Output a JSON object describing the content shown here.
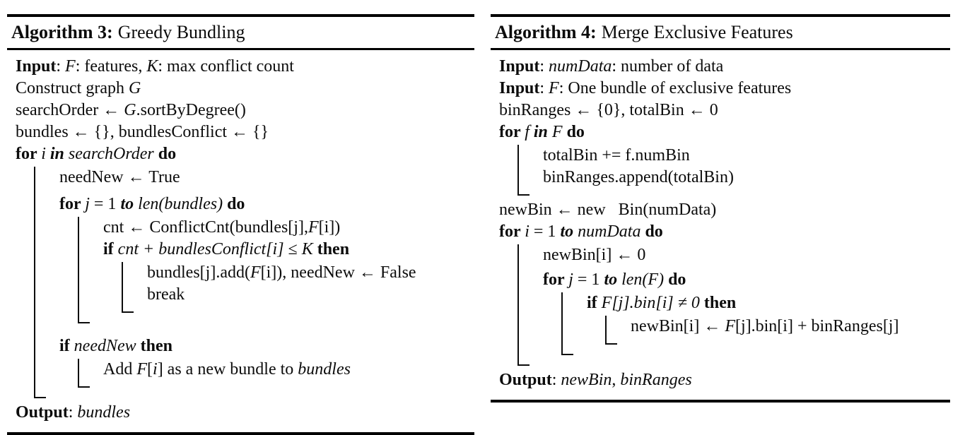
{
  "theme": {
    "ink_color": "#0c0c0c",
    "rule_color": "#000000",
    "background_color": "#ffffff"
  },
  "algorithms": [
    {
      "caption": {
        "label": "Algorithm 3:",
        "title": "Greedy Bundling"
      },
      "body": [
        {
          "kind": "line",
          "segments": [
            [
              "b",
              "Input"
            ],
            [
              "r",
              ": "
            ],
            [
              "m",
              "F"
            ],
            [
              "r",
              ": features, "
            ],
            [
              "m",
              "K"
            ],
            [
              "r",
              ": max conflict count"
            ]
          ]
        },
        {
          "kind": "line",
          "segments": [
            [
              "r",
              "Construct graph "
            ],
            [
              "m",
              "G"
            ]
          ]
        },
        {
          "kind": "line",
          "segments": [
            [
              "r",
              "searchOrder ← "
            ],
            [
              "m",
              "G"
            ],
            [
              "r",
              ".sortByDegree()"
            ]
          ]
        },
        {
          "kind": "line",
          "segments": [
            [
              "r",
              "bundles ← {}, bundlesConflict ← {}"
            ]
          ]
        },
        {
          "kind": "line",
          "segments": [
            [
              "b",
              "for "
            ],
            [
              "m",
              "i "
            ],
            [
              "bi",
              "in "
            ],
            [
              "m",
              "searchOrder "
            ],
            [
              "b",
              "do"
            ]
          ]
        },
        {
          "kind": "block",
          "children": [
            {
              "kind": "line",
              "segments": [
                [
                  "r",
                  "needNew ← True"
                ]
              ]
            },
            {
              "kind": "gap",
              "h": 7
            },
            {
              "kind": "line",
              "segments": [
                [
                  "b",
                  "for "
                ],
                [
                  "m",
                  "j"
                ],
                [
                  "r",
                  " = 1 "
                ],
                [
                  "bi",
                  "to "
                ],
                [
                  "i",
                  "len(bundles) "
                ],
                [
                  "b",
                  "do"
                ]
              ]
            },
            {
              "kind": "block",
              "children": [
                {
                  "kind": "line",
                  "segments": [
                    [
                      "r",
                      "cnt ← ConflictCnt(bundles[j],"
                    ],
                    [
                      "m",
                      "F"
                    ],
                    [
                      "r",
                      "[i])"
                    ]
                  ]
                },
                {
                  "kind": "line",
                  "segments": [
                    [
                      "b",
                      "if "
                    ],
                    [
                      "i",
                      "cnt + bundlesConflict[i] ≤ K "
                    ],
                    [
                      "b",
                      "then"
                    ]
                  ]
                },
                {
                  "kind": "block",
                  "children": [
                    {
                      "kind": "line",
                      "segments": [
                        [
                          "r",
                          "bundles[j].add("
                        ],
                        [
                          "m",
                          "F"
                        ],
                        [
                          "r",
                          "[i]), needNew ← False"
                        ]
                      ]
                    },
                    {
                      "kind": "line",
                      "segments": [
                        [
                          "r",
                          "break"
                        ]
                      ]
                    }
                  ]
                }
              ]
            },
            {
              "kind": "gap",
              "h": 12
            },
            {
              "kind": "line",
              "segments": [
                [
                  "b",
                  "if "
                ],
                [
                  "i",
                  "needNew "
                ],
                [
                  "b",
                  "then"
                ]
              ]
            },
            {
              "kind": "block",
              "children": [
                {
                  "kind": "line",
                  "segments": [
                    [
                      "r",
                      "Add "
                    ],
                    [
                      "m",
                      "F"
                    ],
                    [
                      "r",
                      "["
                    ],
                    [
                      "m",
                      "i"
                    ],
                    [
                      "r",
                      "] as a new bundle to "
                    ],
                    [
                      "m",
                      "bundles"
                    ]
                  ]
                }
              ]
            }
          ]
        },
        {
          "kind": "line",
          "segments": [
            [
              "b",
              "Output"
            ],
            [
              "r",
              ": "
            ],
            [
              "m",
              "bundles"
            ]
          ]
        }
      ]
    },
    {
      "caption": {
        "label": "Algorithm 4:",
        "title": "Merge Exclusive Features"
      },
      "body": [
        {
          "kind": "line",
          "segments": [
            [
              "b",
              "Input"
            ],
            [
              "r",
              ": "
            ],
            [
              "m",
              "numData"
            ],
            [
              "r",
              ": number of data"
            ]
          ]
        },
        {
          "kind": "line",
          "segments": [
            [
              "b",
              "Input"
            ],
            [
              "r",
              ": "
            ],
            [
              "m",
              "F"
            ],
            [
              "r",
              ": One bundle of exclusive features"
            ]
          ]
        },
        {
          "kind": "line",
          "segments": [
            [
              "r",
              "binRanges ← {0}, totalBin ← 0"
            ]
          ]
        },
        {
          "kind": "line",
          "segments": [
            [
              "b",
              "for "
            ],
            [
              "m",
              "f "
            ],
            [
              "bi",
              "in "
            ],
            [
              "m",
              "F "
            ],
            [
              "b",
              "do"
            ]
          ]
        },
        {
          "kind": "block",
          "children": [
            {
              "kind": "line",
              "segments": [
                [
                  "r",
                  "totalBin += f.numBin"
                ]
              ]
            },
            {
              "kind": "line",
              "segments": [
                [
                  "r",
                  "binRanges.append(totalBin)"
                ]
              ]
            }
          ]
        },
        {
          "kind": "line",
          "segments": [
            [
              "r",
              "newBin ← new   Bin(numData)"
            ]
          ]
        },
        {
          "kind": "line",
          "segments": [
            [
              "b",
              "for "
            ],
            [
              "m",
              "i"
            ],
            [
              "r",
              " = 1 "
            ],
            [
              "bi",
              "to "
            ],
            [
              "m",
              "numData "
            ],
            [
              "b",
              "do"
            ]
          ]
        },
        {
          "kind": "block",
          "children": [
            {
              "kind": "line",
              "segments": [
                [
                  "r",
                  "newBin[i] ← 0"
                ]
              ]
            },
            {
              "kind": "gap",
              "h": 4
            },
            {
              "kind": "line",
              "segments": [
                [
                  "b",
                  "for "
                ],
                [
                  "m",
                  "j"
                ],
                [
                  "r",
                  " = 1 "
                ],
                [
                  "bi",
                  "to "
                ],
                [
                  "i",
                  "len(F) "
                ],
                [
                  "b",
                  "do"
                ]
              ]
            },
            {
              "kind": "block",
              "children": [
                {
                  "kind": "line",
                  "segments": [
                    [
                      "b",
                      "if "
                    ],
                    [
                      "i",
                      "F[j].bin[i] ≠ 0 "
                    ],
                    [
                      "b",
                      "then"
                    ]
                  ]
                },
                {
                  "kind": "block",
                  "children": [
                    {
                      "kind": "line",
                      "segments": [
                        [
                          "r",
                          "newBin[i] ← "
                        ],
                        [
                          "m",
                          "F"
                        ],
                        [
                          "r",
                          "[j].bin[i] + binRanges[j]"
                        ]
                      ]
                    }
                  ]
                }
              ]
            }
          ]
        },
        {
          "kind": "line",
          "segments": [
            [
              "b",
              "Output"
            ],
            [
              "r",
              ": "
            ],
            [
              "m",
              "newBin"
            ],
            [
              "r",
              ", "
            ],
            [
              "m",
              "binRanges"
            ]
          ]
        }
      ]
    }
  ]
}
